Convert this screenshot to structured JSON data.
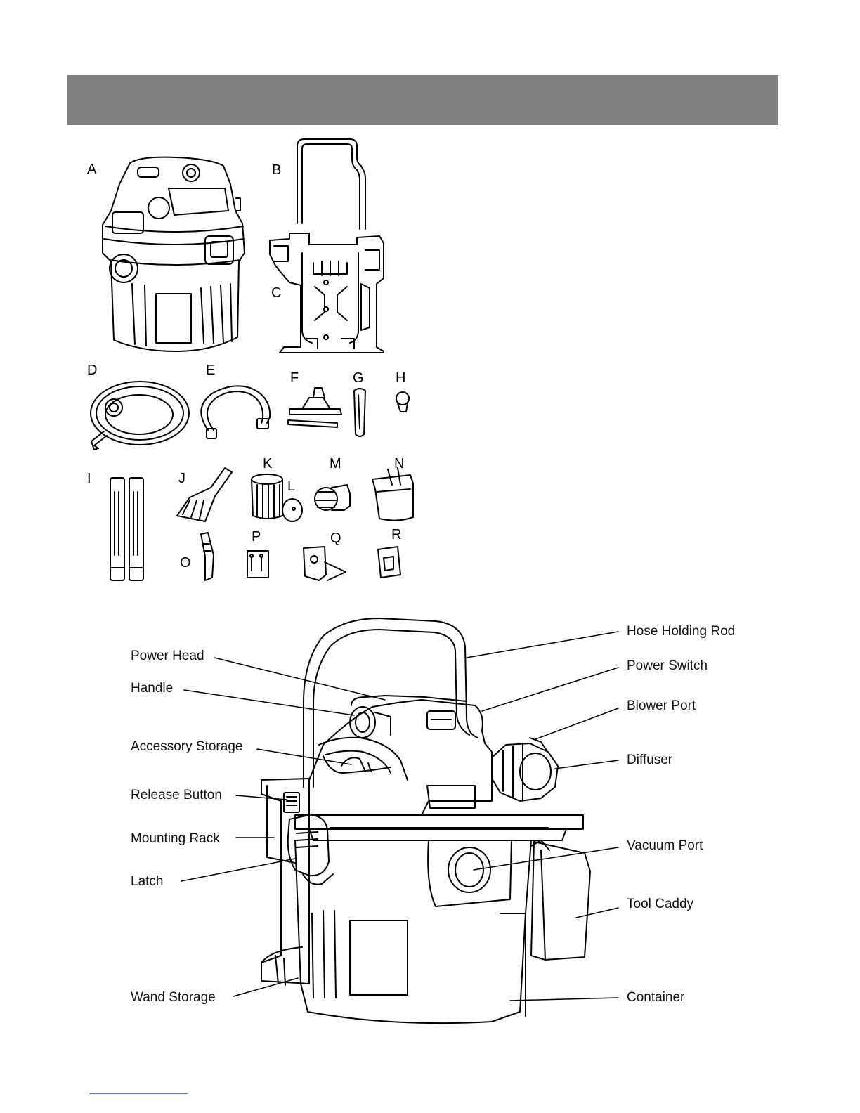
{
  "parts": {
    "a": "A",
    "b": "B",
    "c": "C",
    "d": "D",
    "e": "E",
    "f": "F",
    "g": "G",
    "h": "H",
    "i": "I",
    "j": "J",
    "k": "K",
    "l": "L",
    "m": "M",
    "n": "N",
    "o": "O",
    "p": "P",
    "q": "Q",
    "r": "R"
  },
  "callouts": {
    "power_head": "Power Head",
    "handle": "Handle",
    "accessory_storage": "Accessory Storage",
    "release_button": "Release Button",
    "mounting_rack": "Mounting Rack",
    "latch": "Latch",
    "wand_storage": "Wand Storage",
    "hose_holding_rod": "Hose Holding Rod",
    "power_switch": "Power Switch",
    "blower_port": "Blower Port",
    "diffuser": "Diffuser",
    "vacuum_port": "Vacuum Port",
    "tool_caddy": "Tool Caddy",
    "container": "Container"
  },
  "colors": {
    "header_bar": "#7f7f7f",
    "line_art": "#000000",
    "footer_rule": "#5b6fc9"
  }
}
